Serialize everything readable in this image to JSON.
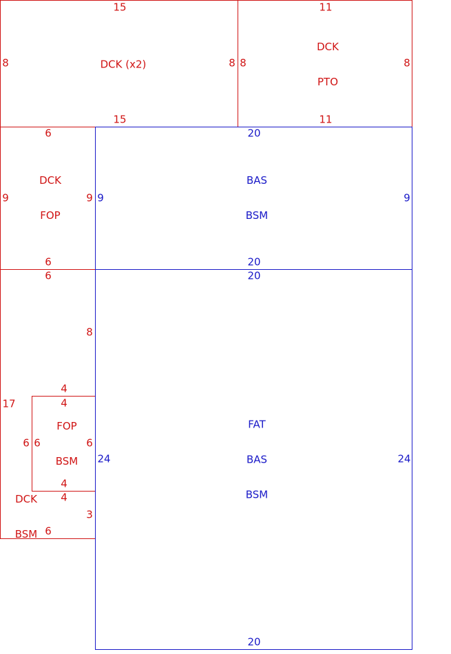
{
  "colors": {
    "red": "#d01414",
    "blue": "#1a1ac8"
  },
  "panels": {
    "dck_x2": {
      "label": "DCK (x2)",
      "top": "15",
      "bottom": "15",
      "left": "8",
      "right": "8"
    },
    "dck_pto": {
      "label_line1": "DCK",
      "label_line2": "PTO",
      "top": "11",
      "bottom": "11",
      "left": "8",
      "right": "8"
    },
    "dck_fop": {
      "label_line1": "DCK",
      "label_line2": "FOP",
      "top": "6",
      "bottom": "6",
      "left": "9",
      "right": "9"
    },
    "bas_bsm": {
      "label_line1": "BAS",
      "label_line2": "BSM",
      "top": "20",
      "bottom": "20",
      "left": "9",
      "right": "9"
    },
    "dck_bsm": {
      "label_line1": "DCK",
      "label_line2": "BSM",
      "top": "6",
      "bottom": "6",
      "left": "17",
      "right_upper": "8",
      "right_lower": "3"
    },
    "fop_bsm": {
      "label_line1": "FOP",
      "label_line2": "BSM",
      "top_outer": "4",
      "top_inner": "4",
      "bottom_inner": "4",
      "bottom_outer": "4",
      "left_outer": "6",
      "left_inner": "6",
      "right": "6"
    },
    "fat_bas_bsm": {
      "label_line1": "FAT",
      "label_line2": "BAS",
      "label_line3": "BSM",
      "top": "20",
      "bottom": "20",
      "left": "24",
      "right": "24"
    }
  }
}
